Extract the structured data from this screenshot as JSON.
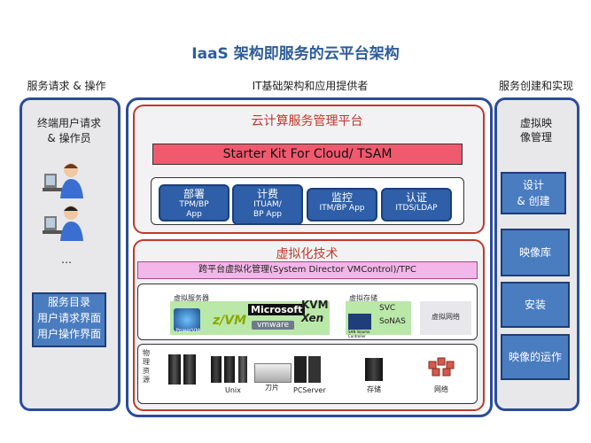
{
  "title": "IaaS 架构即服务的云平台架构",
  "left": {
    "header": "服务请求 & 操作",
    "users_label": [
      "终端用户请求",
      "& 操作员"
    ],
    "ellipsis": "…",
    "service_box": [
      "服务目录",
      "用户请求界面",
      "用户操作界面"
    ]
  },
  "center": {
    "header": "IT基础架构和应用提供者",
    "mgmt_title": "云计算服务管理平台",
    "starter_kit": "Starter Kit For Cloud/ TSAM",
    "boxes": [
      {
        "title": "部署",
        "sub": [
          "TPM/BP",
          "App"
        ]
      },
      {
        "title": "计费",
        "sub": [
          "ITUAM/",
          "BP App"
        ]
      },
      {
        "title": "监控",
        "sub": [
          "ITM/BP App"
        ]
      },
      {
        "title": "认证",
        "sub": [
          "ITDS/LDAP"
        ]
      }
    ],
    "virt_title": "虚拟化技术",
    "cross_platform": "跨平台虚拟化管理(System Director VMControl)/TPC",
    "virt_server_label": "虚拟服务器",
    "virt_storage_label": "虚拟存储",
    "virt_network_label": "虚拟网络",
    "logos": {
      "kvm": "KVM",
      "zvm": "z/VM",
      "microsoft": "Microsoft",
      "xen": "Xen",
      "vmware": "vmware",
      "powervm": "PowerVM"
    },
    "storage_items": [
      "SVC",
      "SoNAS"
    ],
    "san_label": "SAN Volume Controller",
    "physical_label": [
      "物",
      "理",
      "资",
      "源"
    ],
    "physical_items": [
      "Unix",
      "刀片",
      "PCServer",
      "存储",
      "网络"
    ]
  },
  "right": {
    "header": "服务创建和实现",
    "top_label": [
      "虚拟映",
      "像管理"
    ],
    "boxes": [
      [
        "设计",
        "& 创建"
      ],
      [
        "映像库"
      ],
      [
        "安装"
      ],
      [
        "映像的运作"
      ]
    ]
  },
  "colors": {
    "frame_blue": "#2b4c9a",
    "red": "#c0392b",
    "box_blue": "#4a7cc0",
    "pink": "#f3b6e8",
    "starter_red": "#f05a6e"
  }
}
